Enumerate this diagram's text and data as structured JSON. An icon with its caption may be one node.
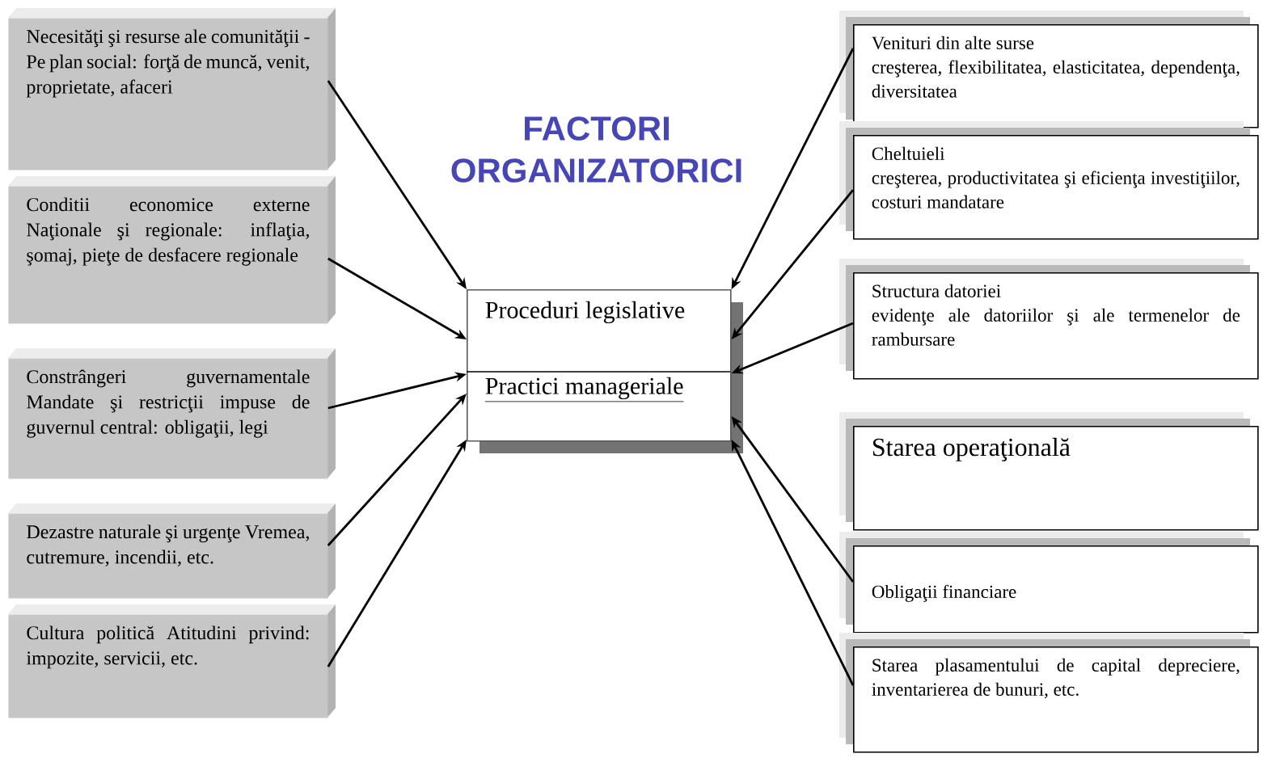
{
  "diagram": {
    "title": "FACTORI ORGANIZATORICI",
    "nodes": [
      {
        "text": [
          "Necesităţi şi resurse ale comunităţii - Pe plan social: forţă de muncă, venit, proprietate, afaceri"
        ]
      },
      {
        "text": [
          "Conditii economice externe Naţionale şi regionale: inflaţia, şomaj, pieţe de desfacere regionale"
        ]
      },
      {
        "text": [
          "Constrângeri guvernamentale Mandate şi restricţii impuse de guvernul central: obligaţii, legi"
        ]
      },
      {
        "text": [
          "Dezastre naturale şi urgenţe Vremea, cutremure, incendii, etc."
        ]
      },
      {
        "text": [
          "Cultura politică Atitudini privind: impozite, servicii, etc."
        ]
      },
      {
        "text": [
          "Proceduri legislative",
          "Practici manageriale"
        ]
      },
      {
        "text": [
          "Venituri din alte surse",
          "creşterea, flexibilitatea, elasticitatea, dependenţa, diversitatea"
        ]
      },
      {
        "text": [
          "Cheltuieli",
          "creşterea, productivitatea şi eficienţa investiţiilor, costuri mandatare"
        ]
      },
      {
        "text": [
          "Structura datoriei",
          "evidenţe ale datoriilor şi ale termenelor de rambursare"
        ]
      },
      {
        "text": [
          "Starea operaţională"
        ]
      },
      {
        "text": [
          "Obligaţii financiare"
        ]
      },
      {
        "text": [
          "Starea plasamentului de capital depreciere, inventarierea de bunuri, etc."
        ]
      }
    ],
    "edges": [
      {
        "from": 0,
        "to": 5,
        "arrow": "to"
      },
      {
        "from": 1,
        "to": 5,
        "arrow": "to"
      },
      {
        "from": 2,
        "to": 5,
        "arrow": "to"
      },
      {
        "from": 3,
        "to": 5,
        "arrow": "to"
      },
      {
        "from": 4,
        "to": 5,
        "arrow": "to"
      },
      {
        "from": 6,
        "to": 5,
        "arrow": "to"
      },
      {
        "from": 7,
        "to": 5,
        "arrow": "to"
      },
      {
        "from": 8,
        "to": 5,
        "arrow": "to"
      },
      {
        "from": 10,
        "to": 5,
        "arrow": "to"
      },
      {
        "from": 11,
        "to": 5,
        "arrow": "to"
      }
    ]
  }
}
